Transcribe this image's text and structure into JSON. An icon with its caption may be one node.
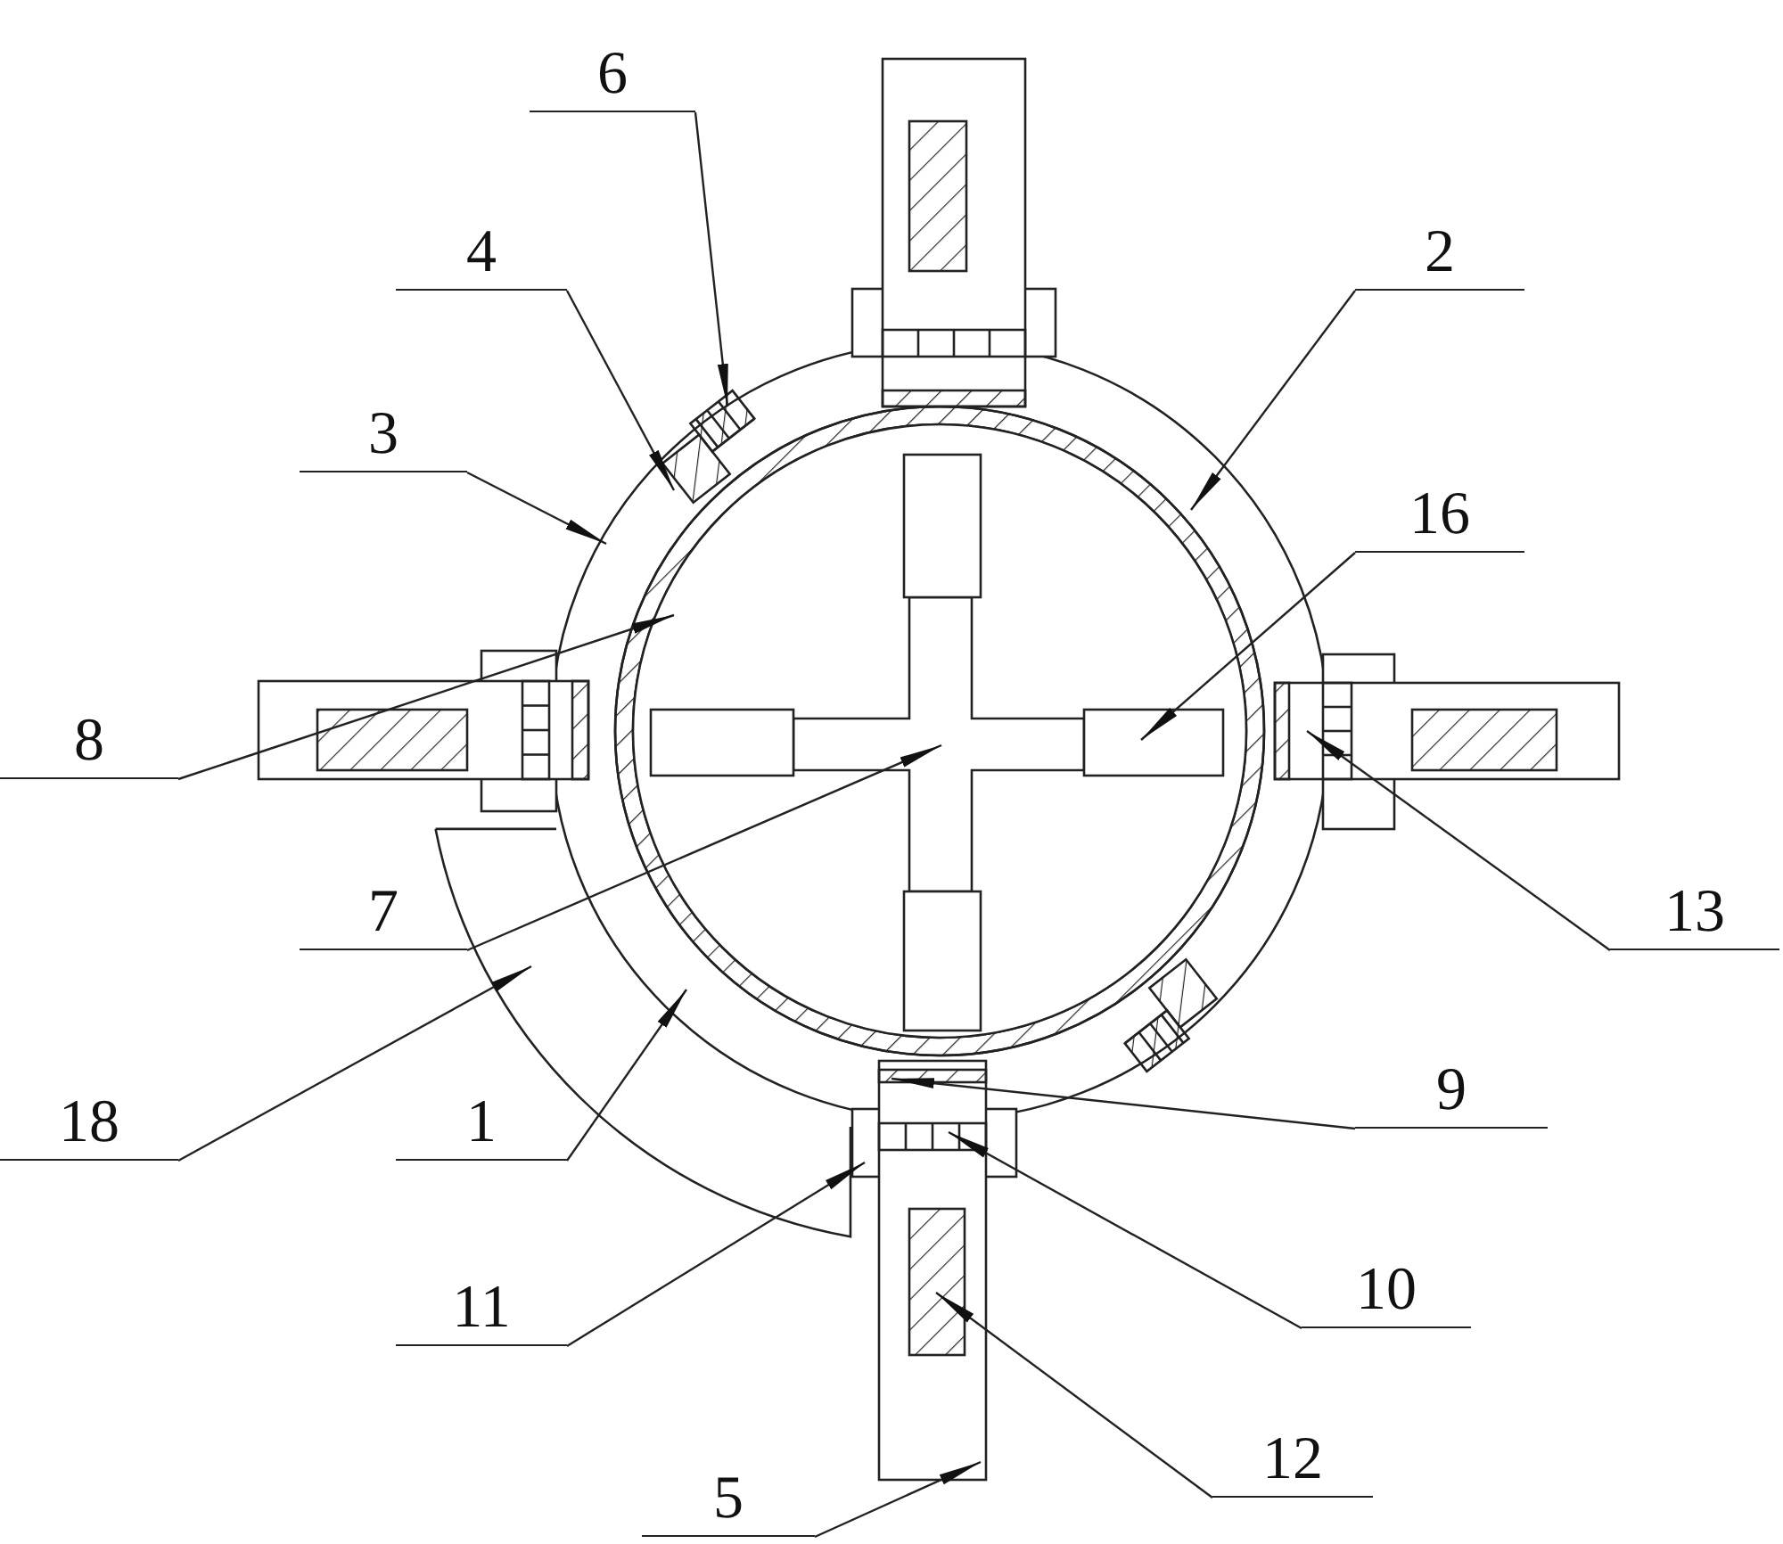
{
  "diagram": {
    "nodes": [
      {
        "text": [
          "6"
        ]
      },
      {
        "text": [
          "2"
        ]
      },
      {
        "text": [
          "4"
        ]
      },
      {
        "text": [
          "16"
        ]
      },
      {
        "text": [
          "3"
        ]
      },
      {
        "text": [
          "8"
        ]
      },
      {
        "text": [
          "7"
        ]
      },
      {
        "text": [
          "13"
        ]
      },
      {
        "text": [
          "18"
        ]
      },
      {
        "text": [
          "9"
        ]
      },
      {
        "text": [
          "1"
        ]
      },
      {
        "text": [
          "11"
        ]
      },
      {
        "text": [
          "10"
        ]
      },
      {
        "text": [
          "12"
        ]
      },
      {
        "text": [
          "5"
        ]
      }
    ],
    "edges": [
      {
        "from": 0,
        "to": null,
        "arrow": "to"
      },
      {
        "from": 1,
        "to": null,
        "arrow": "to"
      },
      {
        "from": 2,
        "to": null,
        "arrow": "to"
      },
      {
        "from": 3,
        "to": null,
        "arrow": "to"
      },
      {
        "from": 4,
        "to": null,
        "arrow": "to"
      },
      {
        "from": 5,
        "to": null,
        "arrow": "to"
      },
      {
        "from": 6,
        "to": null,
        "arrow": "to"
      },
      {
        "from": 7,
        "to": null,
        "arrow": "to"
      },
      {
        "from": 8,
        "to": null,
        "arrow": "to"
      },
      {
        "from": 9,
        "to": null,
        "arrow": "to"
      },
      {
        "from": 10,
        "to": null,
        "arrow": "to"
      },
      {
        "from": 11,
        "to": null,
        "arrow": "to"
      },
      {
        "from": 12,
        "to": null,
        "arrow": "to"
      },
      {
        "from": 13,
        "to": null,
        "arrow": "to"
      },
      {
        "from": 14,
        "to": null,
        "arrow": "to"
      }
    ]
  }
}
